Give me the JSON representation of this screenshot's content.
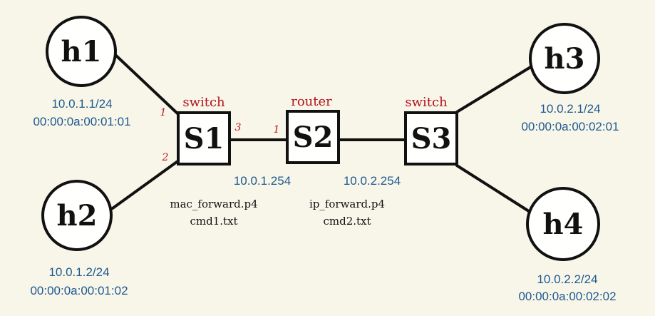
{
  "hosts": {
    "h1": {
      "label": "h1",
      "ip": "10.0.1.1/24",
      "mac": "00:00:0a:00:01:01"
    },
    "h2": {
      "label": "h2",
      "ip": "10.0.1.2/24",
      "mac": "00:00:0a:00:01:02"
    },
    "h3": {
      "label": "h3",
      "ip": "10.0.2.1/24",
      "mac": "00:00:0a:00:02:01"
    },
    "h4": {
      "label": "h4",
      "ip": "10.0.2.2/24",
      "mac": "00:00:0a:00:02:02"
    }
  },
  "devices": {
    "s1": {
      "label": "S1",
      "role": "switch",
      "program": "mac_forward.p4",
      "commands": "cmd1.txt"
    },
    "s2": {
      "label": "S2",
      "role": "router",
      "program": "ip_forward.p4",
      "commands": "cmd2.txt"
    },
    "s3": {
      "label": "S3",
      "role": "switch"
    }
  },
  "ports": {
    "s1_h1": "1",
    "s1_h2": "2",
    "s1_s2": "3",
    "s2_s1": "1"
  },
  "gateways": {
    "net1": "10.0.1.254",
    "net2": "10.0.2.254"
  },
  "colors": {
    "background": "#f8f5e9",
    "line": "#111111",
    "role_text": "#b3131b",
    "address_text": "#1d5a8f"
  }
}
